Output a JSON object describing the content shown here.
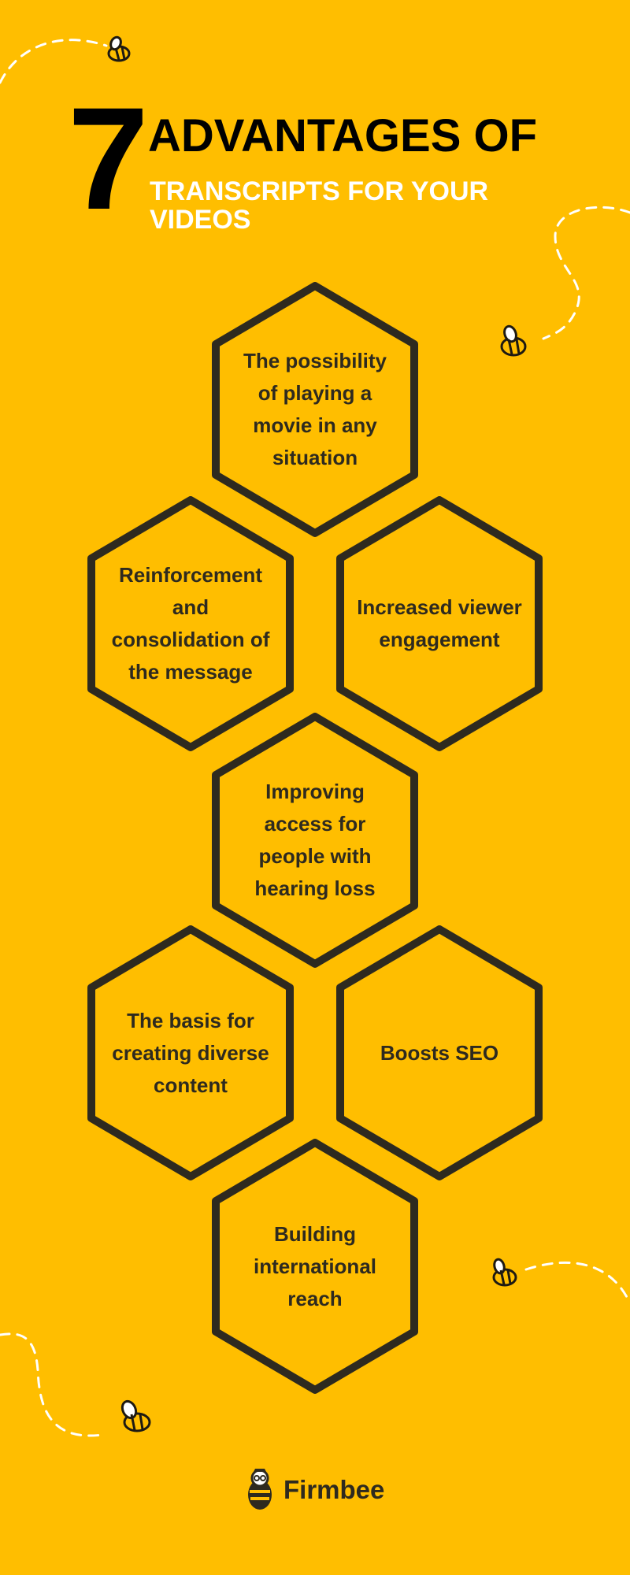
{
  "header": {
    "number": "7",
    "title": "ADVANTAGES OF",
    "subtitle": "TRANSCRIPTS FOR YOUR VIDEOS"
  },
  "hexagons": [
    {
      "label": "The possibility of playing a movie in any situation"
    },
    {
      "label": "Reinforcement and consolidation of the message"
    },
    {
      "label": "Increased viewer engagement"
    },
    {
      "label": "Improving access for people with hearing loss"
    },
    {
      "label": "The basis for creating diverse content"
    },
    {
      "label": "Boosts SEO"
    },
    {
      "label": "Building international reach"
    }
  ],
  "brand": {
    "name": "Firmbee"
  },
  "colors": {
    "background": "#FFBE00",
    "hex_stroke": "#2E2A1F",
    "subtitle": "#FFFFFF"
  }
}
